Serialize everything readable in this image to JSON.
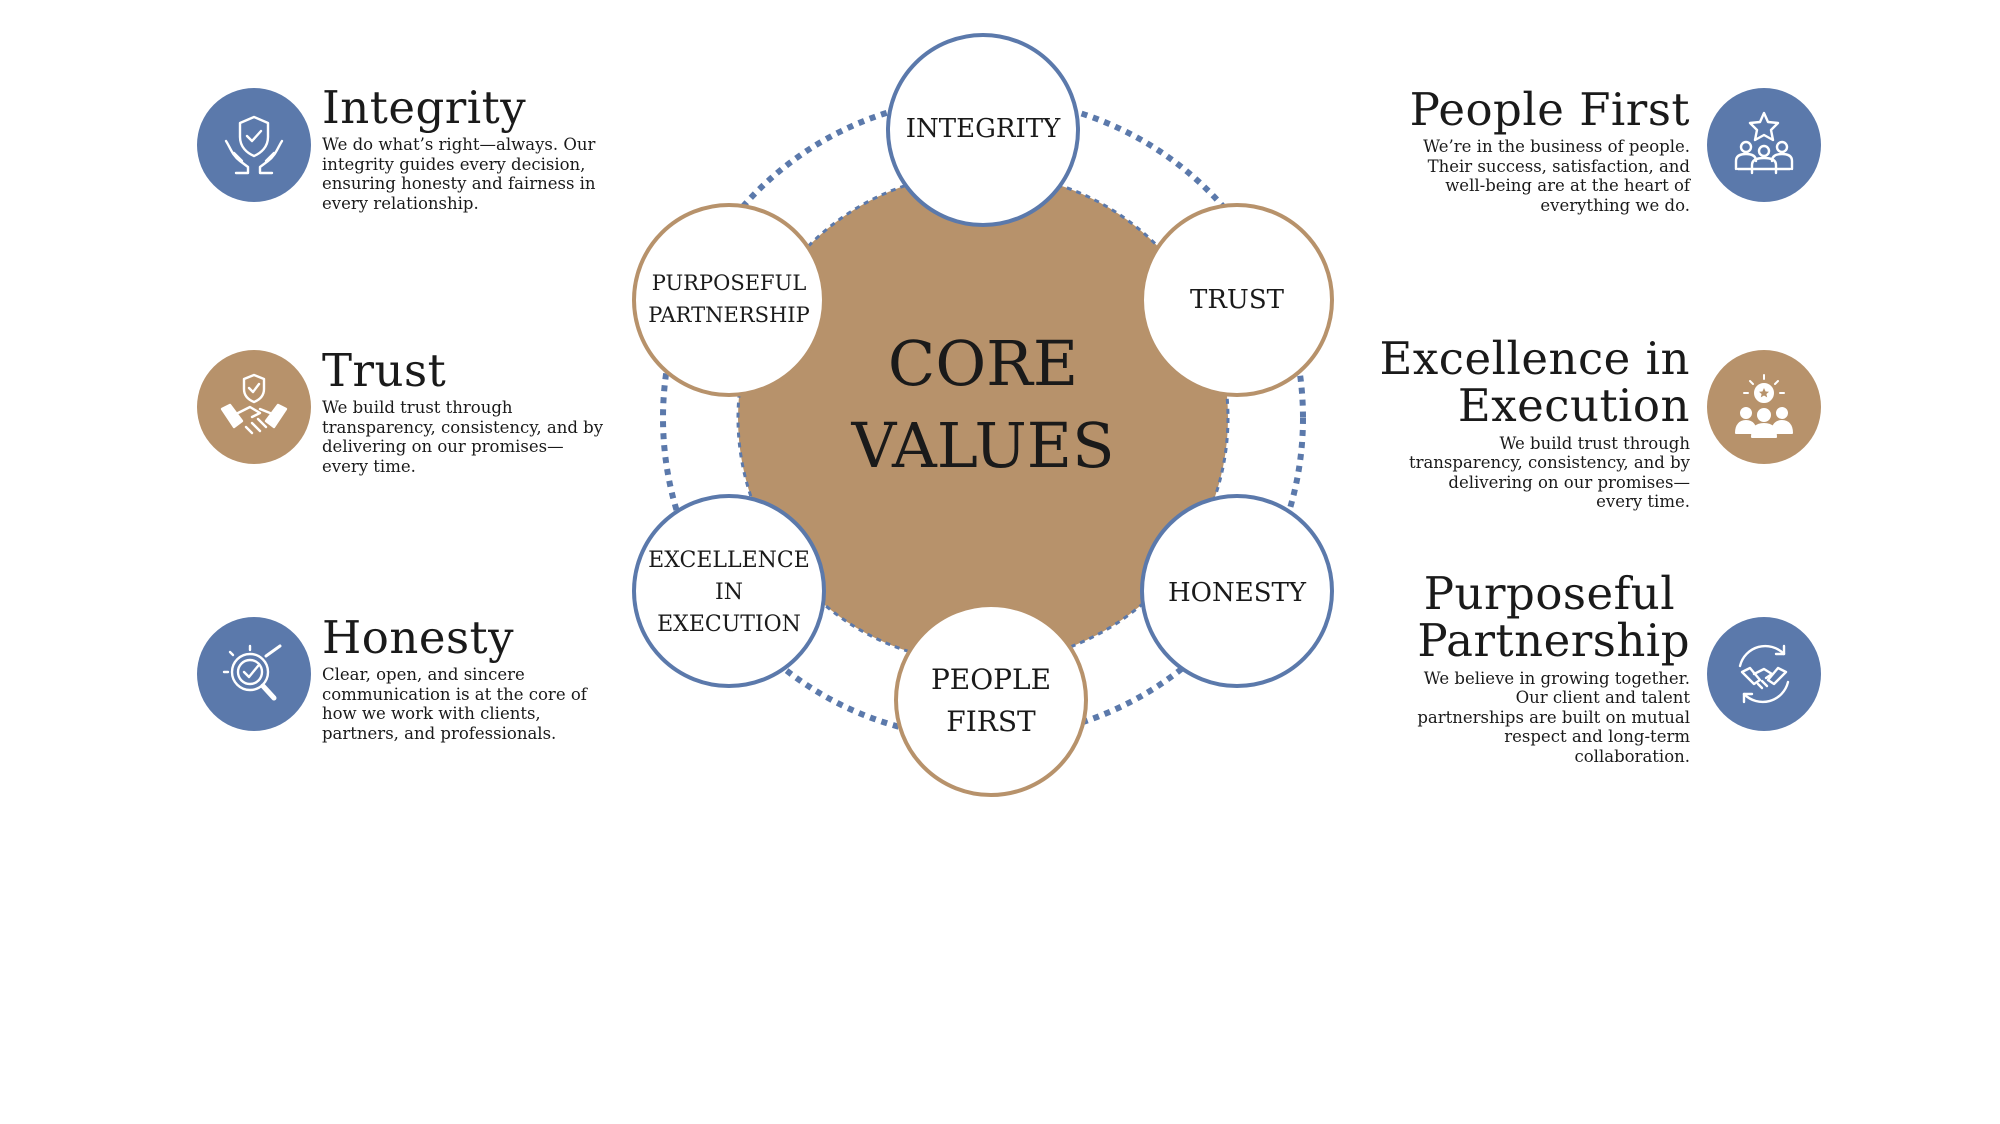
{
  "center": {
    "line1": "CORE",
    "line2": "VALUES"
  },
  "ring": [
    {
      "lines": [
        "INTEGRITY"
      ]
    },
    {
      "lines": [
        "TRUST"
      ]
    },
    {
      "lines": [
        "HONESTY"
      ]
    },
    {
      "lines": [
        "PEOPLE",
        "FIRST"
      ]
    },
    {
      "lines": [
        "EXCELLENCE",
        "IN",
        "EXECUTION"
      ]
    },
    {
      "lines": [
        "PURPOSEFUL",
        "PARTNERSHIP"
      ]
    }
  ],
  "left": [
    {
      "title": "Integrity",
      "desc": [
        "We do what’s right—always. Our",
        "integrity guides every decision,",
        "ensuring honesty and fairness in",
        "every relationship."
      ],
      "icon": "shield-hands-icon"
    },
    {
      "title": "Trust",
      "desc": [
        "We build trust through",
        "transparency, consistency, and by",
        "delivering on our promises—",
        "every time."
      ],
      "icon": "handshake-shield-icon"
    },
    {
      "title": "Honesty",
      "desc": [
        "Clear, open, and sincere",
        "communication is at the core of",
        "how we work with clients,",
        "partners, and professionals."
      ],
      "icon": "magnifier-check-icon"
    }
  ],
  "right": [
    {
      "title": [
        "People First"
      ],
      "desc": [
        "We’re in the business of people.",
        "Their success, satisfaction, and",
        "well-being are at the heart of",
        "everything we do."
      ],
      "icon": "team-star-icon"
    },
    {
      "title": [
        "Excellence in",
        "Execution"
      ],
      "desc": [
        "We build trust through",
        "transparency, consistency, and by",
        "delivering on our promises—",
        "every time."
      ],
      "icon": "group-award-icon"
    },
    {
      "title": [
        "Purposeful",
        "Partnership"
      ],
      "desc": [
        "We believe in growing together.",
        "Our client and talent",
        "partnerships are built on mutual",
        "respect and long-term",
        "collaboration."
      ],
      "icon": "handshake-cycle-icon"
    }
  ],
  "colors": {
    "blue": "#5b79ab",
    "gold": "#b7926b",
    "text": "#1a1a1a",
    "white": "#ffffff"
  }
}
